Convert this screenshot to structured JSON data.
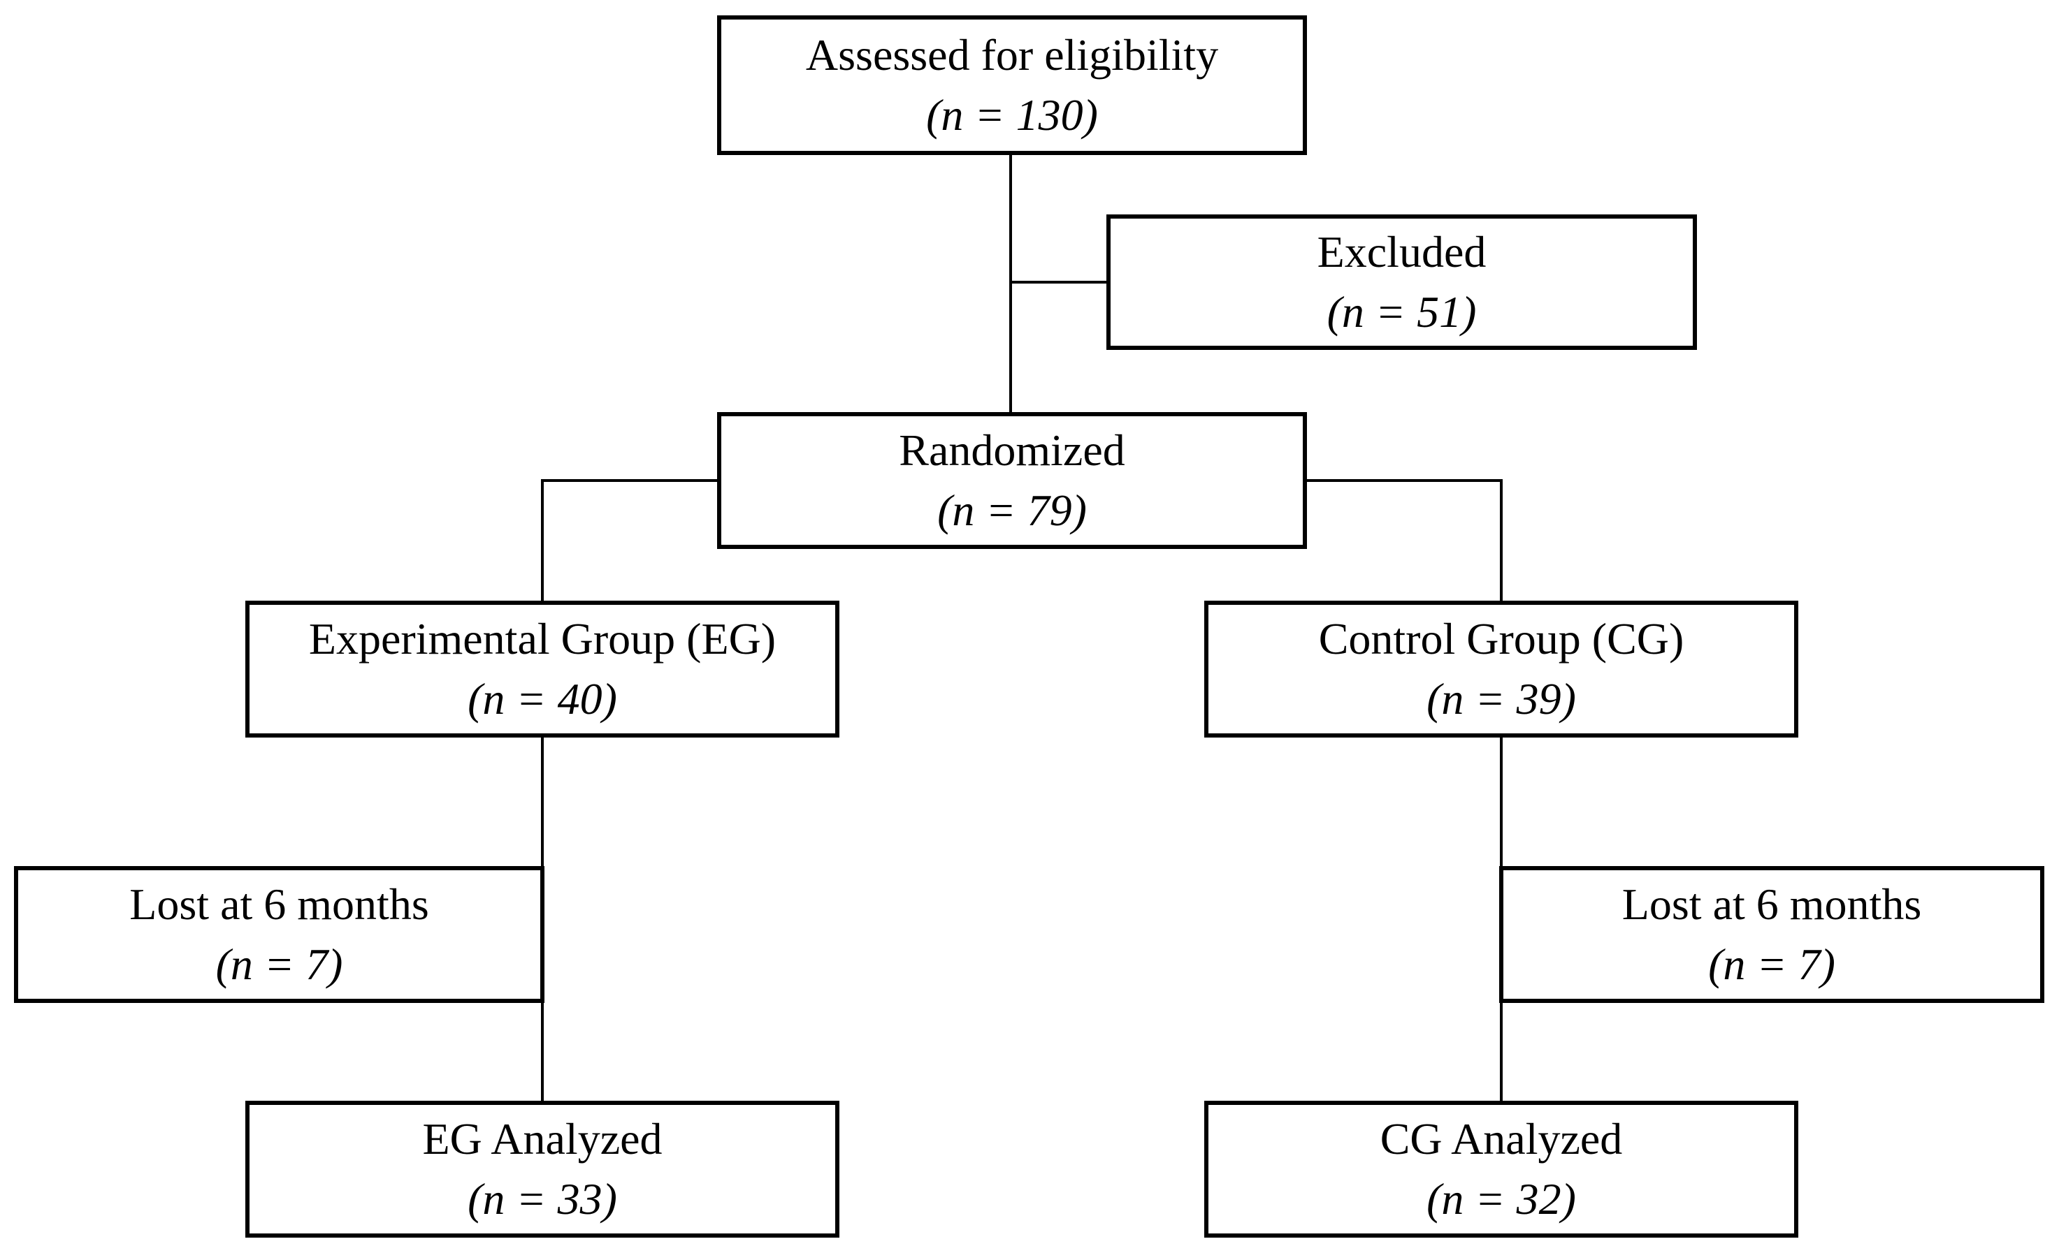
{
  "diagram_type": "consort-flow-diagram",
  "nodes": {
    "assessed": {
      "label": "Assessed for eligibility",
      "n": "(n = 130)"
    },
    "excluded": {
      "label": "Excluded",
      "n": "(n = 51)"
    },
    "randomized": {
      "label": "Randomized",
      "n": "(n = 79)"
    },
    "experimental_group": {
      "label": "Experimental Group (EG)",
      "n": "(n = 40)"
    },
    "control_group": {
      "label": "Control Group (CG)",
      "n": "(n = 39)"
    },
    "lost_eg": {
      "label": "Lost at 6 months",
      "n": "(n = 7)"
    },
    "lost_cg": {
      "label": "Lost at 6 months",
      "n": "(n = 7)"
    },
    "eg_analyzed": {
      "label": "EG Analyzed",
      "n": "(n = 33)"
    },
    "cg_analyzed": {
      "label": "CG Analyzed",
      "n": "(n = 32)"
    }
  },
  "colors": {
    "line": "#000000",
    "box_border": "#000000",
    "box_background": "#ffffff",
    "page_background": "#ffffff",
    "text": "#000000"
  }
}
